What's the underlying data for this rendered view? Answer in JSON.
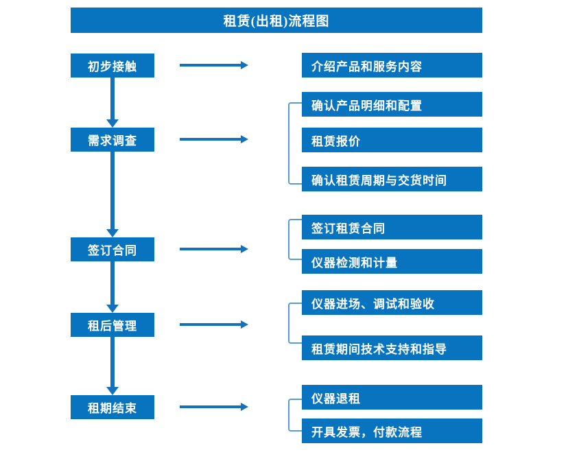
{
  "document": {
    "title": "租赁(出租)流程图",
    "accent_color": "#0873be",
    "arrow_color": "#1372bb",
    "bracket_color": "#5b9bd5",
    "text_color": "#ffffff",
    "background_color": "#ffffff"
  },
  "stages": [
    {
      "label": "初步接触"
    },
    {
      "label": "需求调查"
    },
    {
      "label": "签订合同"
    },
    {
      "label": "租后管理"
    },
    {
      "label": "租期结束"
    }
  ],
  "details": [
    {
      "label": "介绍产品和服务内容"
    },
    {
      "label": "确认产品明细和配置"
    },
    {
      "label": "租赁报价"
    },
    {
      "label": "确认租赁周期与交货时间"
    },
    {
      "label": "签订租赁合同"
    },
    {
      "label": "仪器检测和计量"
    },
    {
      "label": "仪器进场、调试和验收"
    },
    {
      "label": "租赁期间技术支持和指导"
    },
    {
      "label": "仪器退租"
    },
    {
      "label": "开具发票，付款流程"
    }
  ],
  "connectors": {
    "horizontal_arrows": 5,
    "vertical_arrows": 4,
    "brackets": 4
  }
}
